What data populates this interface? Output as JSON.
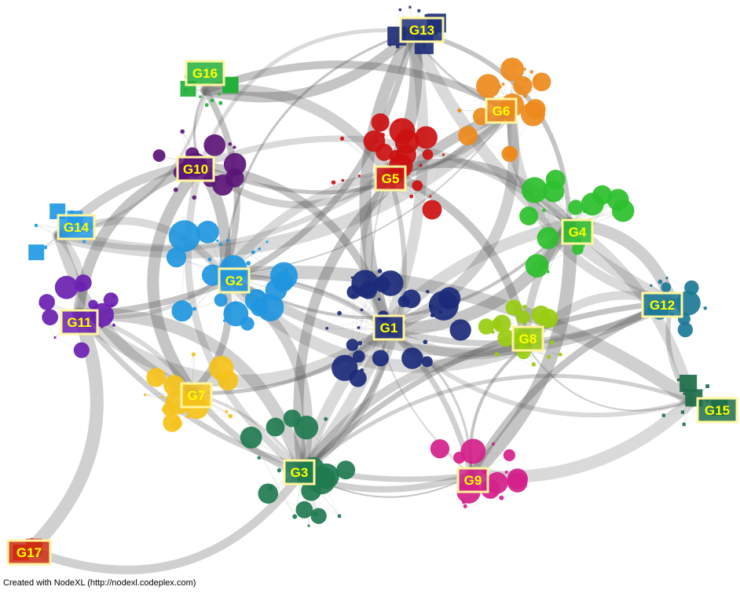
{
  "credit": "Created with NodeXL (http://nodexl.codeplex.com)",
  "label_box_color": "#fff59d",
  "label_text_color": "#ffff00",
  "edge_color": "#555555",
  "groups": [
    {
      "id": "G1",
      "label": "G1",
      "color": "#1b2a7a",
      "shape": "disk"
    },
    {
      "id": "G2",
      "label": "G2",
      "color": "#2196e0",
      "shape": "disk"
    },
    {
      "id": "G3",
      "label": "G3",
      "color": "#1f7a4f",
      "shape": "disk"
    },
    {
      "id": "G4",
      "label": "G4",
      "color": "#2cbf2c",
      "shape": "disk"
    },
    {
      "id": "G5",
      "label": "G5",
      "color": "#cc1010",
      "shape": "disk"
    },
    {
      "id": "G6",
      "label": "G6",
      "color": "#ee8a1c",
      "shape": "disk"
    },
    {
      "id": "G7",
      "label": "G7",
      "color": "#f5c21b",
      "shape": "disk"
    },
    {
      "id": "G8",
      "label": "G8",
      "color": "#99cc11",
      "shape": "disk"
    },
    {
      "id": "G9",
      "label": "G9",
      "color": "#d4208a",
      "shape": "disk"
    },
    {
      "id": "G10",
      "label": "G10",
      "color": "#5b1578",
      "shape": "disk"
    },
    {
      "id": "G11",
      "label": "G11",
      "color": "#6a1fb0",
      "shape": "disk"
    },
    {
      "id": "G12",
      "label": "G12",
      "color": "#1c7a96",
      "shape": "disk"
    },
    {
      "id": "G13",
      "label": "G13",
      "color": "#1e2f78",
      "shape": "square"
    },
    {
      "id": "G14",
      "label": "G14",
      "color": "#2299e6",
      "shape": "square"
    },
    {
      "id": "G15",
      "label": "G15",
      "color": "#1d6e4a",
      "shape": "square"
    },
    {
      "id": "G16",
      "label": "G16",
      "color": "#22b03a",
      "shape": "square"
    },
    {
      "id": "G17",
      "label": "G17",
      "color": "#cc2a10",
      "shape": "square"
    }
  ],
  "group_links": [
    [
      "G1",
      "G2"
    ],
    [
      "G1",
      "G3"
    ],
    [
      "G1",
      "G4"
    ],
    [
      "G1",
      "G5"
    ],
    [
      "G1",
      "G6"
    ],
    [
      "G1",
      "G7"
    ],
    [
      "G1",
      "G8"
    ],
    [
      "G1",
      "G9"
    ],
    [
      "G1",
      "G10"
    ],
    [
      "G1",
      "G11"
    ],
    [
      "G1",
      "G12"
    ],
    [
      "G1",
      "G13"
    ],
    [
      "G1",
      "G15"
    ],
    [
      "G2",
      "G3"
    ],
    [
      "G2",
      "G4"
    ],
    [
      "G2",
      "G5"
    ],
    [
      "G2",
      "G6"
    ],
    [
      "G2",
      "G7"
    ],
    [
      "G2",
      "G8"
    ],
    [
      "G2",
      "G9"
    ],
    [
      "G2",
      "G10"
    ],
    [
      "G2",
      "G11"
    ],
    [
      "G2",
      "G12"
    ],
    [
      "G2",
      "G13"
    ],
    [
      "G2",
      "G14"
    ],
    [
      "G2",
      "G15"
    ],
    [
      "G2",
      "G16"
    ],
    [
      "G3",
      "G4"
    ],
    [
      "G3",
      "G5"
    ],
    [
      "G3",
      "G6"
    ],
    [
      "G3",
      "G7"
    ],
    [
      "G3",
      "G8"
    ],
    [
      "G3",
      "G9"
    ],
    [
      "G3",
      "G10"
    ],
    [
      "G3",
      "G11"
    ],
    [
      "G3",
      "G12"
    ],
    [
      "G3",
      "G13"
    ],
    [
      "G3",
      "G15"
    ],
    [
      "G4",
      "G5"
    ],
    [
      "G4",
      "G6"
    ],
    [
      "G4",
      "G8"
    ],
    [
      "G4",
      "G9"
    ],
    [
      "G4",
      "G10"
    ],
    [
      "G4",
      "G12"
    ],
    [
      "G4",
      "G13"
    ],
    [
      "G4",
      "G15"
    ],
    [
      "G5",
      "G6"
    ],
    [
      "G5",
      "G8"
    ],
    [
      "G5",
      "G9"
    ],
    [
      "G5",
      "G10"
    ],
    [
      "G5",
      "G13"
    ],
    [
      "G5",
      "G14"
    ],
    [
      "G5",
      "G16"
    ],
    [
      "G6",
      "G10"
    ],
    [
      "G6",
      "G12"
    ],
    [
      "G6",
      "G13"
    ],
    [
      "G6",
      "G16"
    ],
    [
      "G6",
      "G14"
    ],
    [
      "G7",
      "G9"
    ],
    [
      "G7",
      "G10"
    ],
    [
      "G7",
      "G11"
    ],
    [
      "G7",
      "G14"
    ],
    [
      "G8",
      "G9"
    ],
    [
      "G8",
      "G12"
    ],
    [
      "G8",
      "G15"
    ],
    [
      "G9",
      "G12"
    ],
    [
      "G9",
      "G15"
    ],
    [
      "G9",
      "G11"
    ],
    [
      "G10",
      "G11"
    ],
    [
      "G10",
      "G13"
    ],
    [
      "G10",
      "G14"
    ],
    [
      "G10",
      "G16"
    ],
    [
      "G11",
      "G14"
    ],
    [
      "G11",
      "G17"
    ],
    [
      "G11",
      "G13"
    ],
    [
      "G12",
      "G13"
    ],
    [
      "G12",
      "G15"
    ],
    [
      "G13",
      "G16"
    ],
    [
      "G14",
      "G16"
    ],
    [
      "G3",
      "G17"
    ]
  ]
}
